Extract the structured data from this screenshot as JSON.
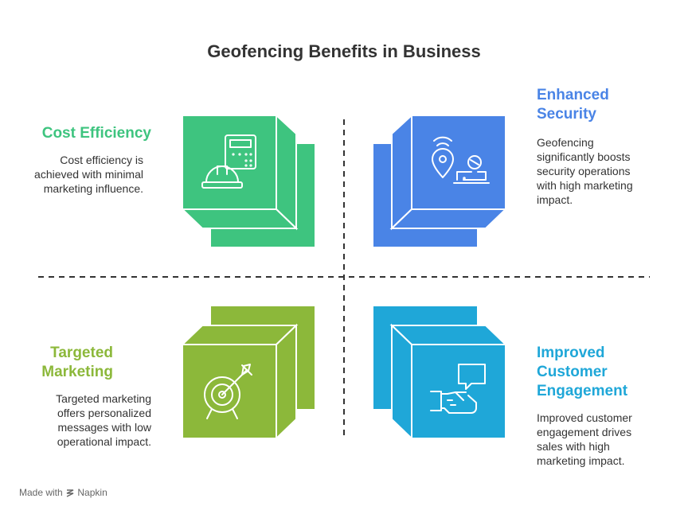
{
  "title": "Geofencing Benefits in Business",
  "quadrants": [
    {
      "title": "Cost Efficiency",
      "description": "Cost efficiency is achieved with minimal marketing influence.",
      "color": "#3ec47f",
      "icon": "calculator-hardhat-icon"
    },
    {
      "title": "Enhanced Security",
      "description": "Geofencing significantly boosts security operations with high marketing impact.",
      "color": "#4a84e6",
      "icon": "location-security-icon"
    },
    {
      "title": "Targeted Marketing",
      "description": "Targeted marketing offers personalized messages with low operational impact.",
      "color": "#8cb83a",
      "icon": "target-arrow-icon"
    },
    {
      "title": "Improved Customer Engagement",
      "description": "Improved customer engagement drives sales with high marketing impact.",
      "color": "#1fa7d8",
      "icon": "handshake-chat-icon"
    }
  ],
  "footer": {
    "made_with": "Made with",
    "brand": "Napkin"
  }
}
